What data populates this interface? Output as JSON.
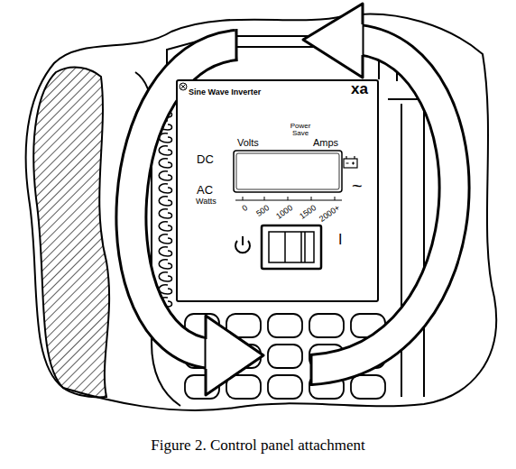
{
  "diagram": {
    "caption": "Figure 2. Control panel attachment",
    "nodes": [
      {
        "text": [
          "Sine Wave Inverter",
          "xa",
          "Volts",
          "Power Save",
          "Amps",
          "DC",
          "AC",
          "Watts",
          "0",
          "500",
          "1000",
          "1500",
          "2000+",
          "~",
          "I"
        ]
      }
    ]
  }
}
